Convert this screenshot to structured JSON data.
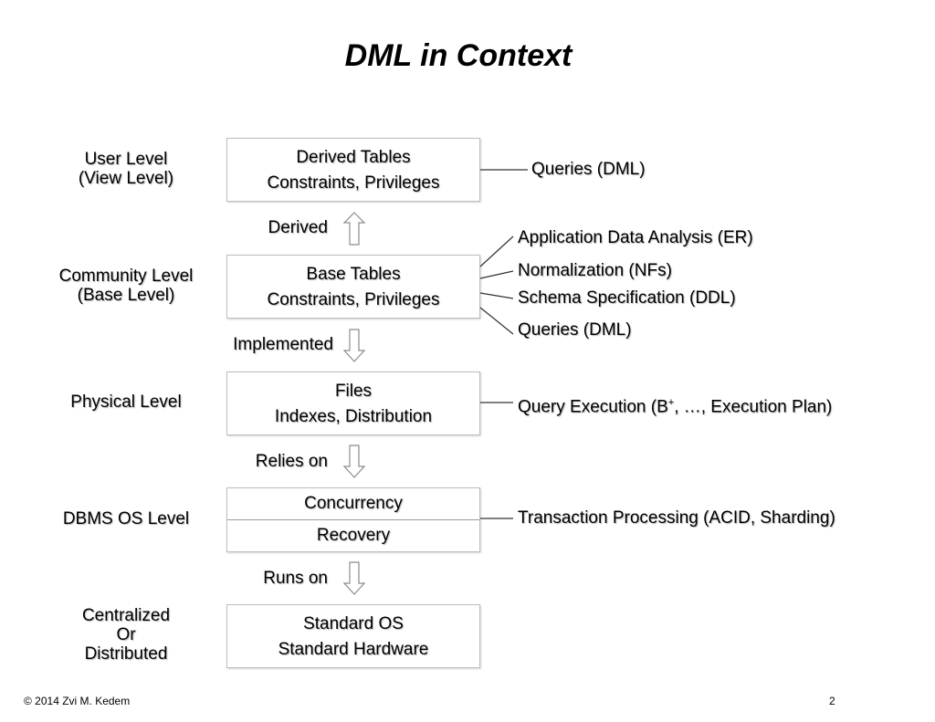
{
  "title": "DML in Context",
  "levels": [
    {
      "lines": [
        "User Level",
        "(View Level)"
      ]
    },
    {
      "lines": [
        "Community Level",
        "(Base Level)"
      ]
    },
    {
      "lines": [
        "Physical Level"
      ]
    },
    {
      "lines": [
        "DBMS OS Level"
      ]
    },
    {
      "lines": [
        "Centralized",
        "Or",
        "Distributed"
      ]
    }
  ],
  "boxes": [
    {
      "lines": [
        "Derived Tables",
        "Constraints, Privileges"
      ]
    },
    {
      "lines": [
        "Base Tables",
        "Constraints, Privileges"
      ]
    },
    {
      "lines": [
        "Files",
        "Indexes, Distribution"
      ]
    },
    {
      "cells": [
        "Concurrency",
        "Recovery"
      ]
    },
    {
      "lines": [
        "Standard OS",
        "Standard Hardware"
      ]
    }
  ],
  "arrows": [
    {
      "label": "Derived",
      "direction": "up"
    },
    {
      "label": "Implemented",
      "direction": "down"
    },
    {
      "label": "Relies on",
      "direction": "down"
    },
    {
      "label": "Runs on",
      "direction": "down"
    }
  ],
  "notes": {
    "user": "Queries (DML)",
    "community": [
      "Application Data Analysis (ER)",
      "Normalization (NFs)",
      "Schema Specification (DDL)",
      "Queries (DML)"
    ],
    "physical": {
      "before": "Query Execution (B",
      "sup": "+",
      "after": ", …, Execution Plan)"
    },
    "dbms": "Transaction Processing (ACID, Sharding)"
  },
  "footer": {
    "copyright": "©  2014 Zvi M. Kedem",
    "page": "2"
  }
}
